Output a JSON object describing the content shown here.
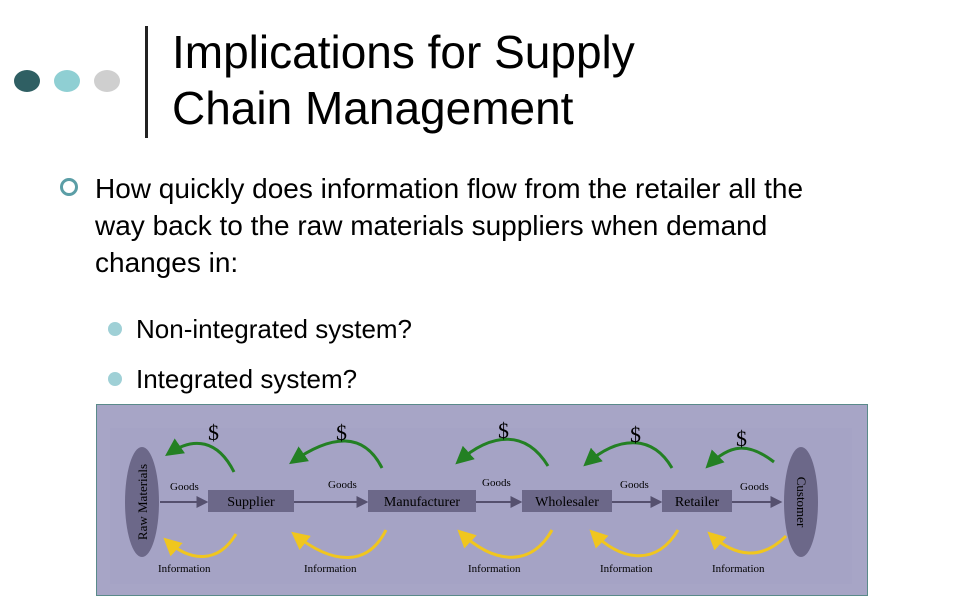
{
  "slide": {
    "title_line1": "Implications for Supply",
    "title_line2": "Chain Management",
    "question": "How quickly does information flow from the retailer all the way back to the raw materials suppliers when demand changes in:",
    "sub_items": [
      "Non-integrated system?",
      "Integrated system?"
    ]
  },
  "diagram": {
    "end_left": "Raw Materials",
    "end_right": "Customer",
    "stages": [
      "Supplier",
      "Manufacturer",
      "Wholesaler",
      "Retailer"
    ],
    "goods_label": "Goods",
    "money_label": "$",
    "info_label": "Information"
  },
  "colors": {
    "accent_dark": "#2f5f63",
    "accent_light": "#8fcfd3",
    "diagram_bg": "#a7a5c6",
    "stage_box": "#6c6889",
    "money_arrow": "#238023",
    "info_arrow": "#f0c61e"
  }
}
